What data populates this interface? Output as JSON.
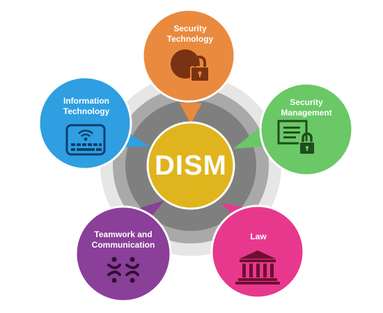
{
  "center": {
    "label": "DISM",
    "color": "#e0b41c"
  },
  "nodes": [
    {
      "id": "security-technology",
      "line1": "Security",
      "line2": "Technology",
      "color": "#ea8a3e",
      "icon": "globe-lock-icon"
    },
    {
      "id": "security-management",
      "line1": "Security",
      "line2": "Management",
      "color": "#6ac866",
      "icon": "document-lock-icon"
    },
    {
      "id": "law",
      "line1": "Law",
      "line2": "",
      "color": "#e8388d",
      "icon": "courthouse-icon"
    },
    {
      "id": "teamwork-and-communication",
      "line1": "Teamwork and",
      "line2": "Communication",
      "color": "#8a3f98",
      "icon": "team-hands-icon"
    },
    {
      "id": "information-technology",
      "line1": "Information",
      "line2": "Technology",
      "color": "#2f9fe1",
      "icon": "keyboard-wifi-icon"
    }
  ]
}
